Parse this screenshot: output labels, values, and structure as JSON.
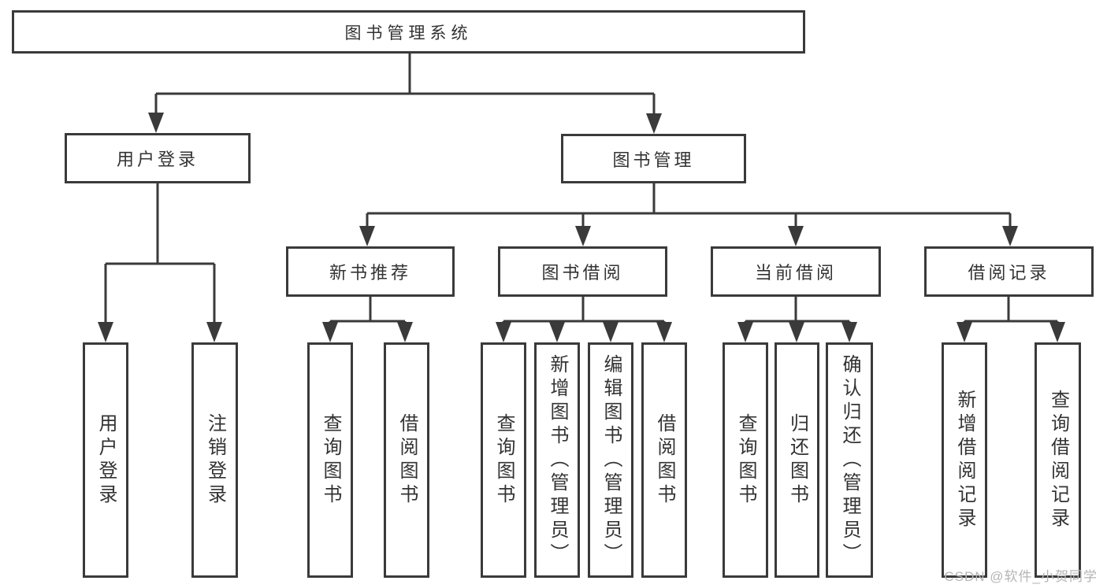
{
  "colors": {
    "line": "#3a3a3a",
    "border": "#3a3a3a",
    "text": "#333333",
    "box_background": "#ffffff",
    "watermark": "#b5b5b5"
  },
  "tree": {
    "root": {
      "label": "图书管理系统"
    },
    "branches": [
      {
        "label": "用户登录",
        "children": [
          {
            "label": "用户登录"
          },
          {
            "label": "注销登录"
          }
        ]
      },
      {
        "label": "图书管理",
        "sections": [
          {
            "label": "新书推荐",
            "children": [
              {
                "label": "查询图书"
              },
              {
                "label": "借阅图书"
              }
            ]
          },
          {
            "label": "图书借阅",
            "children": [
              {
                "label": "查询图书"
              },
              {
                "label": "新增图书（管理员）"
              },
              {
                "label": "编辑图书（管理员）"
              },
              {
                "label": "借阅图书"
              }
            ]
          },
          {
            "label": "当前借阅",
            "children": [
              {
                "label": "查询图书"
              },
              {
                "label": "归还图书"
              },
              {
                "label": "确认归还（管理员）"
              }
            ]
          },
          {
            "label": "借阅记录",
            "children": [
              {
                "label": "新增借阅记录"
              },
              {
                "label": "查询借阅记录"
              }
            ]
          }
        ]
      }
    ]
  },
  "watermark": {
    "text": "CSDN @软件_小贺同学"
  }
}
